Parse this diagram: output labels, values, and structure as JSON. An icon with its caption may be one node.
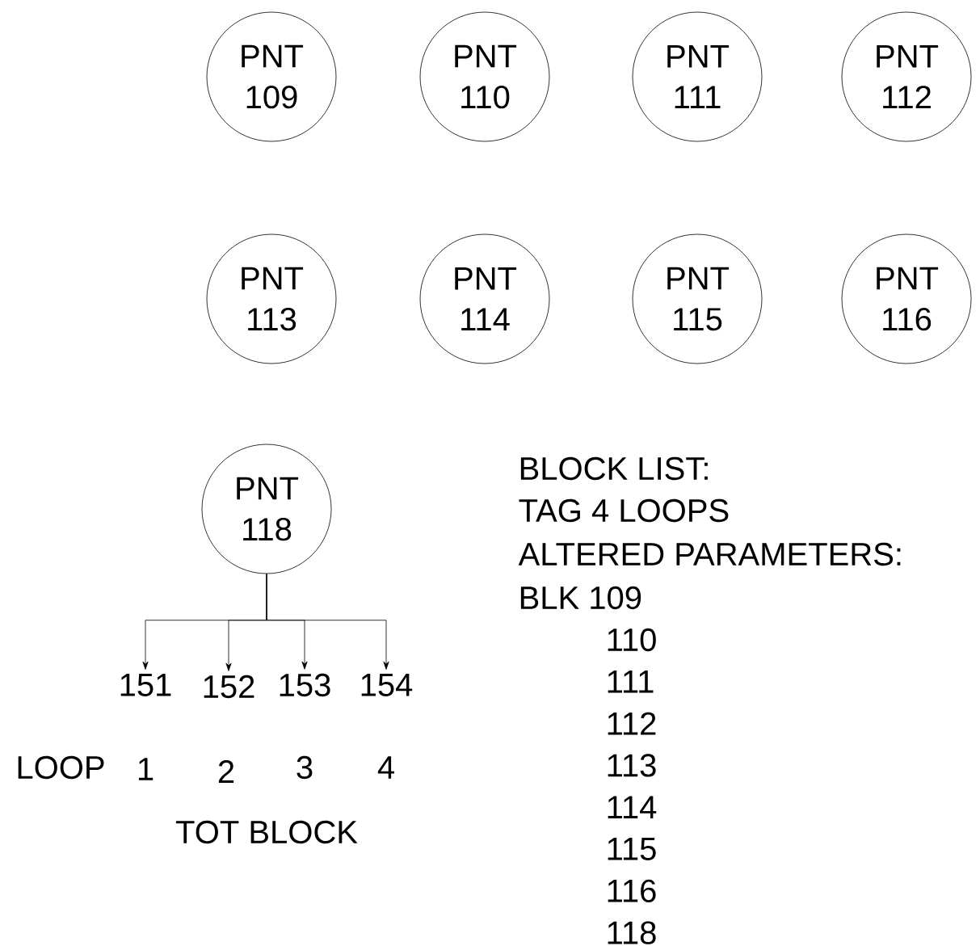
{
  "diagram": {
    "nodes": [
      {
        "text": [
          "PNT 109"
        ]
      },
      {
        "text": [
          "PNT 110"
        ]
      },
      {
        "text": [
          "PNT 111"
        ]
      },
      {
        "text": [
          "PNT 112"
        ]
      },
      {
        "text": [
          "PNT 113"
        ]
      },
      {
        "text": [
          "PNT 114"
        ]
      },
      {
        "text": [
          "PNT 115"
        ]
      },
      {
        "text": [
          "PNT 116"
        ]
      },
      {
        "text": [
          "PNT 118"
        ]
      },
      {
        "text": [
          "151"
        ]
      },
      {
        "text": [
          "152"
        ]
      },
      {
        "text": [
          "153"
        ]
      },
      {
        "text": [
          "154"
        ]
      }
    ],
    "edges": [
      {
        "from": 8,
        "to": 9,
        "arrow": "to"
      },
      {
        "from": 8,
        "to": 10,
        "arrow": "to"
      },
      {
        "from": 8,
        "to": 11,
        "arrow": "to"
      },
      {
        "from": 8,
        "to": 12,
        "arrow": "to"
      }
    ],
    "labels": [
      "BLOCK LIST:",
      "TAG 4 LOOPS",
      "ALTERED PARAMETERS:",
      "BLK 109",
      "110",
      "111",
      "112",
      "113",
      "114",
      "115",
      "116",
      "118",
      "LOOP",
      "1",
      "2",
      "3",
      "4",
      "TOT BLOCK"
    ]
  }
}
